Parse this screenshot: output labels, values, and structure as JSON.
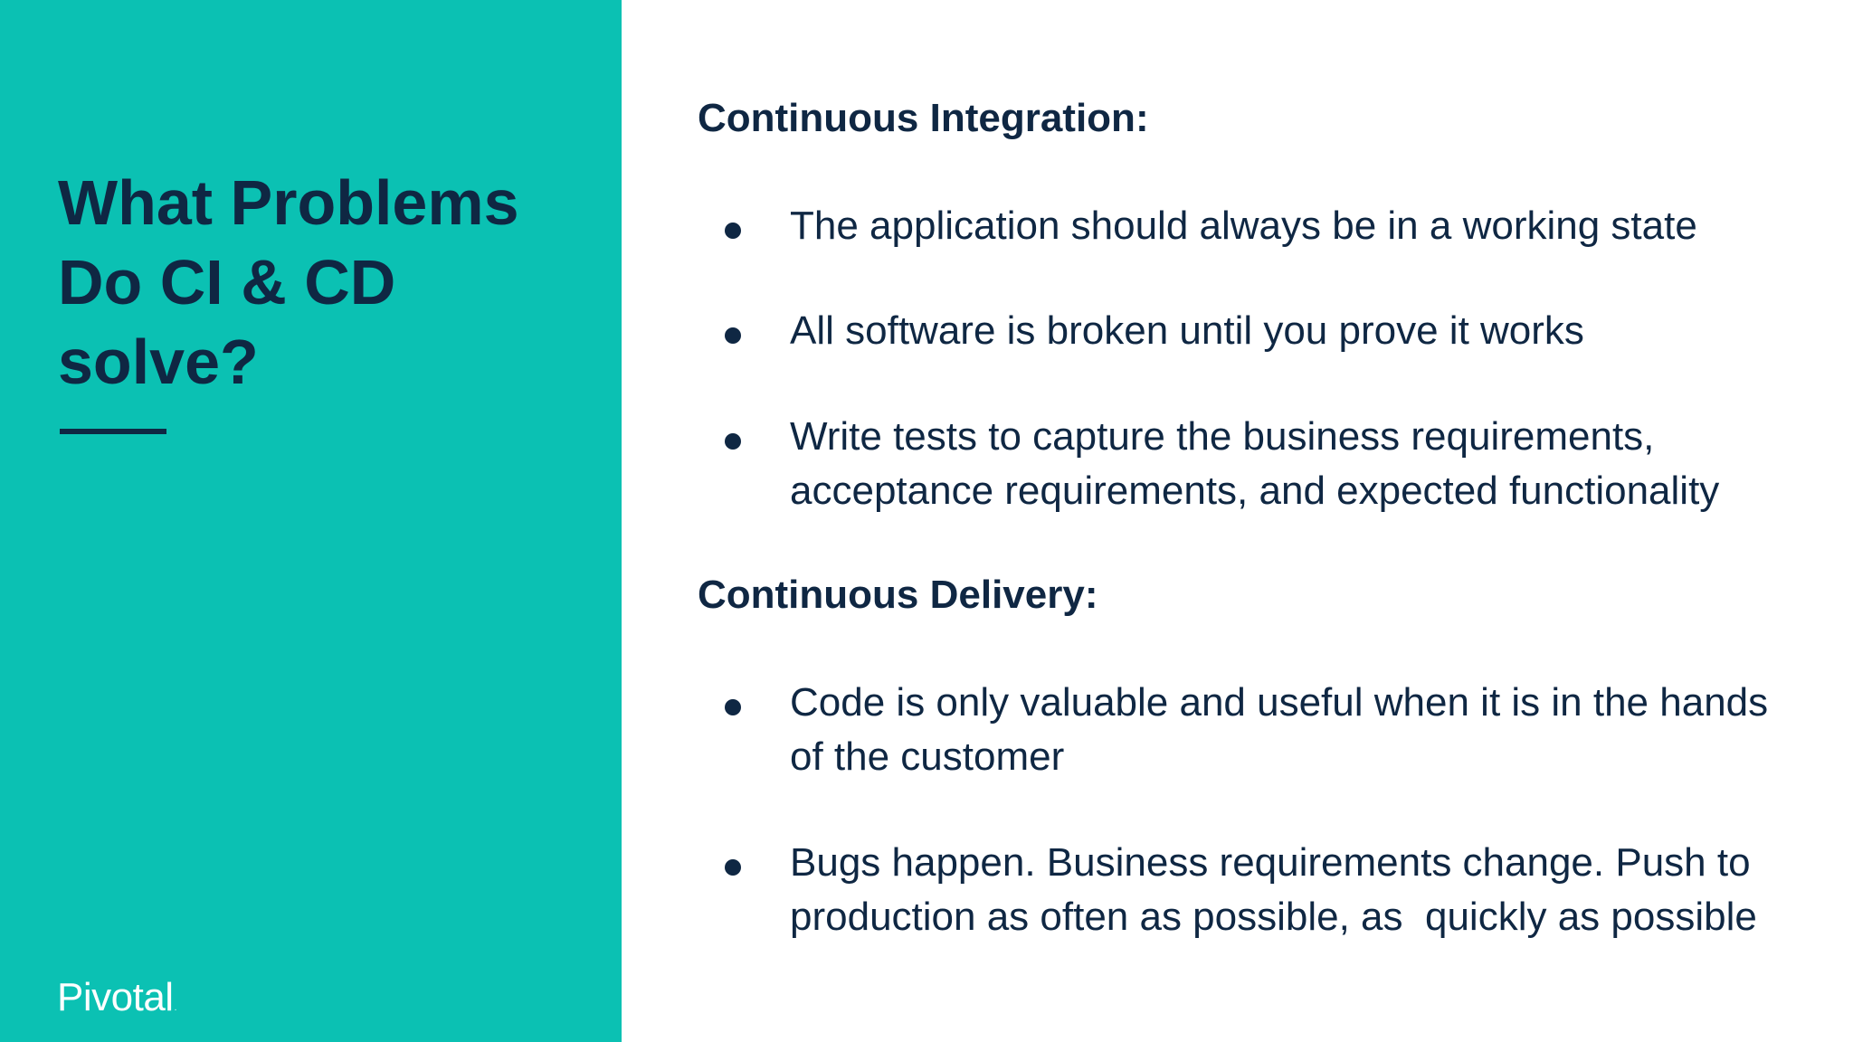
{
  "title": "What Problems Do CI & CD solve?",
  "brand": {
    "name": "Pivotal",
    "mark": "."
  },
  "ci": {
    "heading": "Continuous Integration",
    "colon": ":",
    "bullets": [
      "The application should always be in a working state",
      "All software is broken until you prove it works",
      "Write tests to capture the business requirements, acceptance requirements, and expected functionality"
    ]
  },
  "cd": {
    "heading": "Continuous Delivery",
    "colon": ":",
    "bullets": [
      "Code is only valuable and useful when it is in the hands of the customer",
      "Bugs happen. Business requirements change. Push to production as often as possible, as  quickly as possible"
    ]
  },
  "colors": {
    "panel": "#0bc1b3",
    "text": "#0f2743",
    "background": "#ffffff",
    "logo": "#ffffff"
  }
}
